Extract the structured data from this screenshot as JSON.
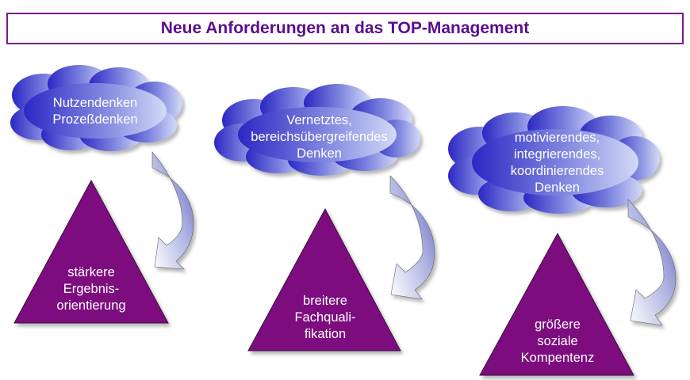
{
  "title": "Neue Anforderungen an das TOP-Management",
  "colors": {
    "title_border": "#7a1a86",
    "title_text": "#5a0e8a",
    "cloud_dark": "#2e2cc6",
    "cloud_light": "#cdd4f5",
    "triangle": "#7d0a7f",
    "arrow_dark": "#6f74c0",
    "arrow_light": "#ffffff"
  },
  "columns": [
    {
      "cloud_text": "Nutzendenken\nProzeßdenken",
      "triangle_text": "stärkere\nErgebnis-\norientierung"
    },
    {
      "cloud_text": "Vernetztes,\nbereichsübergreifendes\nDenken",
      "triangle_text": "breitere\nFachquali-\nfikation"
    },
    {
      "cloud_text": "motivierendes,\nintegrierendes,\nkoordinierendes\nDenken",
      "triangle_text": "größere\nsoziale\nKompentenz"
    }
  ]
}
